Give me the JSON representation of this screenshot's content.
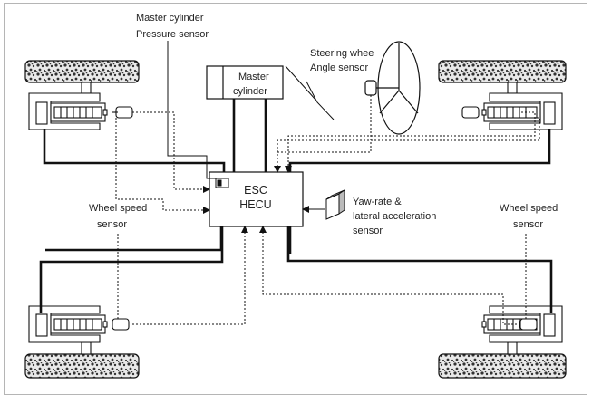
{
  "labels": {
    "master_cylinder_pressure_sensor": [
      "Master cylinder",
      "Pressure sensor"
    ],
    "master_cylinder": [
      "Master",
      "cylinder"
    ],
    "steering_wheel_angle_sensor": [
      "Steering whee",
      "Angle sensor"
    ],
    "ecu": [
      "ESC",
      "HECU"
    ],
    "yaw_rate_sensor": [
      "Yaw-rate &",
      "lateral acceleration",
      "sensor"
    ],
    "wheel_speed_sensor_left": [
      "Wheel speed",
      "sensor"
    ],
    "wheel_speed_sensor_right": [
      "Wheel speed",
      "sensor"
    ]
  },
  "colors": {
    "line": "#111111",
    "frame": "#b5b5b5",
    "tire_fill": "#e8e8e8",
    "tire_dots": "#333333"
  },
  "icons": {
    "tire": "tire-icon",
    "brake_assembly": "brake-assembly-icon",
    "wheel_sensor": "wheel-speed-sensor-icon",
    "steering_wheel": "steering-wheel-icon",
    "yaw_sensor": "yaw-rate-sensor-icon",
    "pressure_sensor": "pressure-sensor-icon"
  }
}
